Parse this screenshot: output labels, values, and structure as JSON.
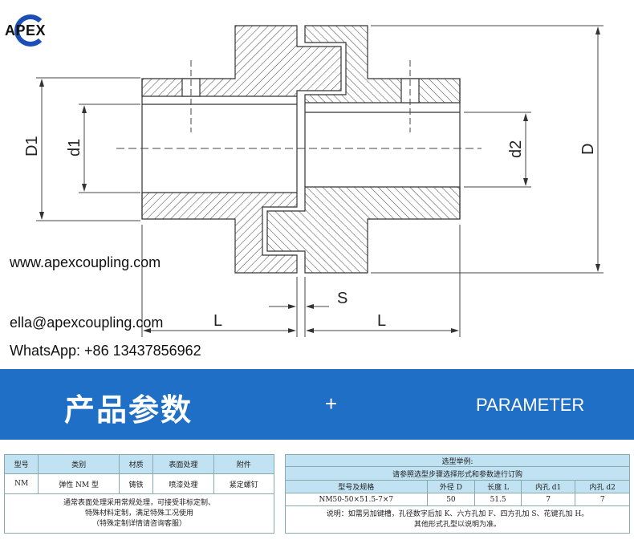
{
  "logo": {
    "text": "APEX"
  },
  "drawing": {
    "labels": {
      "D1": "D1",
      "d1": "d1",
      "d2": "d2",
      "D": "D",
      "S": "S",
      "L_left": "L",
      "L_right": "L"
    }
  },
  "contact": {
    "website": "www.apexcoupling.com",
    "email": "ella@apexcoupling.com",
    "whatsapp": "WhatsApp: +86 13437856962"
  },
  "banner": {
    "title_cn": "产品参数",
    "plus": "+",
    "title_en": "PARAMETER"
  },
  "table1": {
    "headers": [
      "型号",
      "类别",
      "材质",
      "表面处理",
      "附件"
    ],
    "row": [
      "NM",
      "弹性 NM 型",
      "铸铁",
      "喷漆处理",
      "紧定螺钉"
    ],
    "note": [
      "通常表面处理采用常规处理，可接受非标定制、",
      "特殊材料定制，满足特殊工况使用",
      "（特殊定制详情请咨询客服）"
    ]
  },
  "table2": {
    "title": "选型举例:",
    "subtitle": "请参照选型步骤选择形式和参数进行订购",
    "headers": [
      "型号及规格",
      "外径 D",
      "长度 L",
      "内孔 d1",
      "内孔 d2"
    ],
    "row": [
      "NM50-50×51.5-7×7",
      "50",
      "51.5",
      "7",
      "7"
    ],
    "note": [
      "说明：如需另加键槽，孔径数字后加 K、六方孔加 F、四方孔加 S、花键孔加 H。",
      "其他形式孔型以说明为准。"
    ]
  },
  "colors": {
    "band": "#1f6fc6",
    "table_header": "#c0e2f2",
    "logo_blue": "#1c4fb5"
  }
}
